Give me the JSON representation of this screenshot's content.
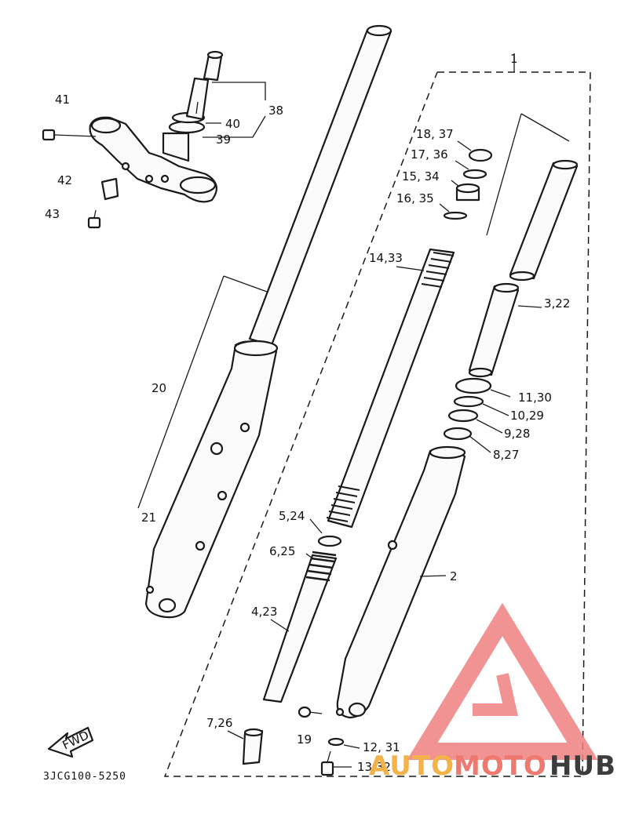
{
  "labels": {
    "l1": "1",
    "l2": "2",
    "l3_22": "3,22",
    "l4_23": "4,23",
    "l5_24": "5,24",
    "l6_25": "6,25",
    "l7_26": "7,26",
    "l8_27": "8,27",
    "l9_28": "9,28",
    "l10_29": "10,29",
    "l11_30": "11,30",
    "l12_31": "12, 31",
    "l13_32": "13,32",
    "l14_33": "14,33",
    "l15_34": "15, 34",
    "l16_35": "16, 35",
    "l17_36": "17, 36",
    "l18_37": "18, 37",
    "l19": "19",
    "l20": "20",
    "l21": "21",
    "l38": "38",
    "l39": "39",
    "l40": "40",
    "l41": "41",
    "l42": "42",
    "l43": "43"
  },
  "fwd_label": "FWD",
  "diagram_code": "3JCG100-5250",
  "watermark": {
    "part1": "AUTO",
    "part2": "MOTO",
    "part3": "HUB",
    "color_auto": "#f4b24a",
    "color_moto": "#ee7a6f",
    "color_hub": "#3c3c3c",
    "color_triangle": "#f08080"
  }
}
